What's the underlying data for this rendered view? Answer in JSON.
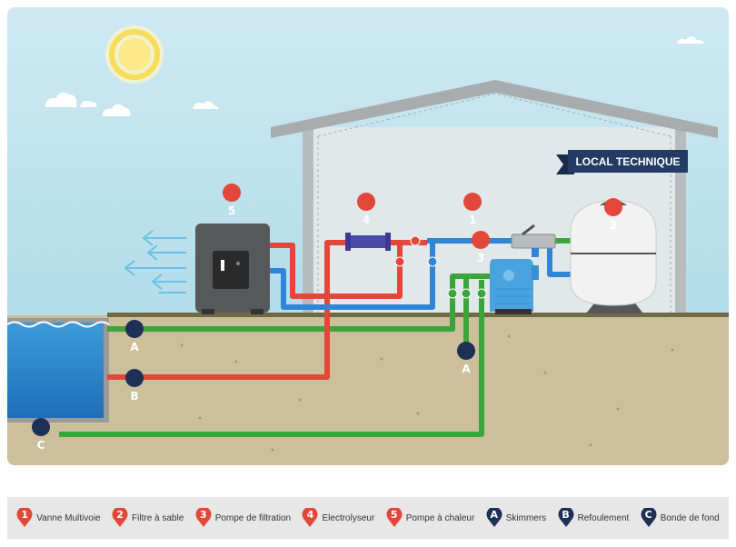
{
  "diagram": {
    "banner": "LOCAL TECHNIQUE",
    "markers": {
      "heat_pump": "5",
      "electrolyser": "4",
      "valve": "1",
      "pump": "3",
      "filter": "2",
      "skimmer_pool": "A",
      "skimmer_ground": "A",
      "return": "B",
      "drain": "C"
    },
    "colors": {
      "hot_pipe": "#e2473a",
      "cold_pipe": "#2f86d6",
      "suction_pipe": "#3aa53a",
      "marker_red": "#e2473a",
      "marker_navy": "#1f3057"
    }
  },
  "legend": [
    {
      "mark": "1",
      "label": "Vanne Multivoie",
      "color": "#e2473a"
    },
    {
      "mark": "2",
      "label": "Filtre à sable",
      "color": "#e2473a"
    },
    {
      "mark": "3",
      "label": "Pompe de filtration",
      "color": "#e2473a"
    },
    {
      "mark": "4",
      "label": "Electrolyseur",
      "color": "#e2473a"
    },
    {
      "mark": "5",
      "label": "Pompe à chaleur",
      "color": "#e2473a"
    },
    {
      "mark": "A",
      "label": "Skimmers",
      "color": "#1f3057"
    },
    {
      "mark": "B",
      "label": "Refoulement",
      "color": "#1f3057"
    },
    {
      "mark": "C",
      "label": "Bonde de fond",
      "color": "#1f3057"
    }
  ]
}
